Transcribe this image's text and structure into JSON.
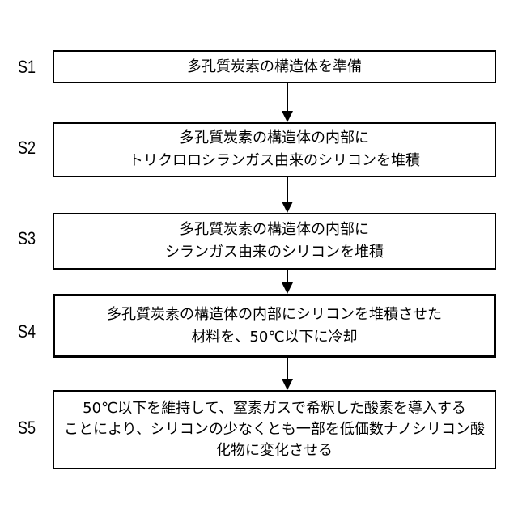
{
  "flowchart": {
    "steps": [
      {
        "label": "S1",
        "lines": [
          "多孔質炭素の構造体を準備"
        ]
      },
      {
        "label": "S2",
        "lines": [
          "多孔質炭素の構造体の内部に",
          "トリクロロシランガス由来のシリコンを堆積"
        ]
      },
      {
        "label": "S3",
        "lines": [
          "多孔質炭素の構造体の内部に",
          "シランガス由来のシリコンを堆積"
        ]
      },
      {
        "label": "S4",
        "lines": [
          "多孔質炭素の構造体の内部にシリコンを堆積させた",
          "材料を、50℃以下に冷却"
        ]
      },
      {
        "label": "S5",
        "lines": [
          "50℃以下を維持して、窒素ガスで希釈した酸素を導入する",
          "ことにより、シリコンの少なくとも一部を低価数ナノシリコン酸",
          "化物に変化させる"
        ]
      }
    ]
  }
}
